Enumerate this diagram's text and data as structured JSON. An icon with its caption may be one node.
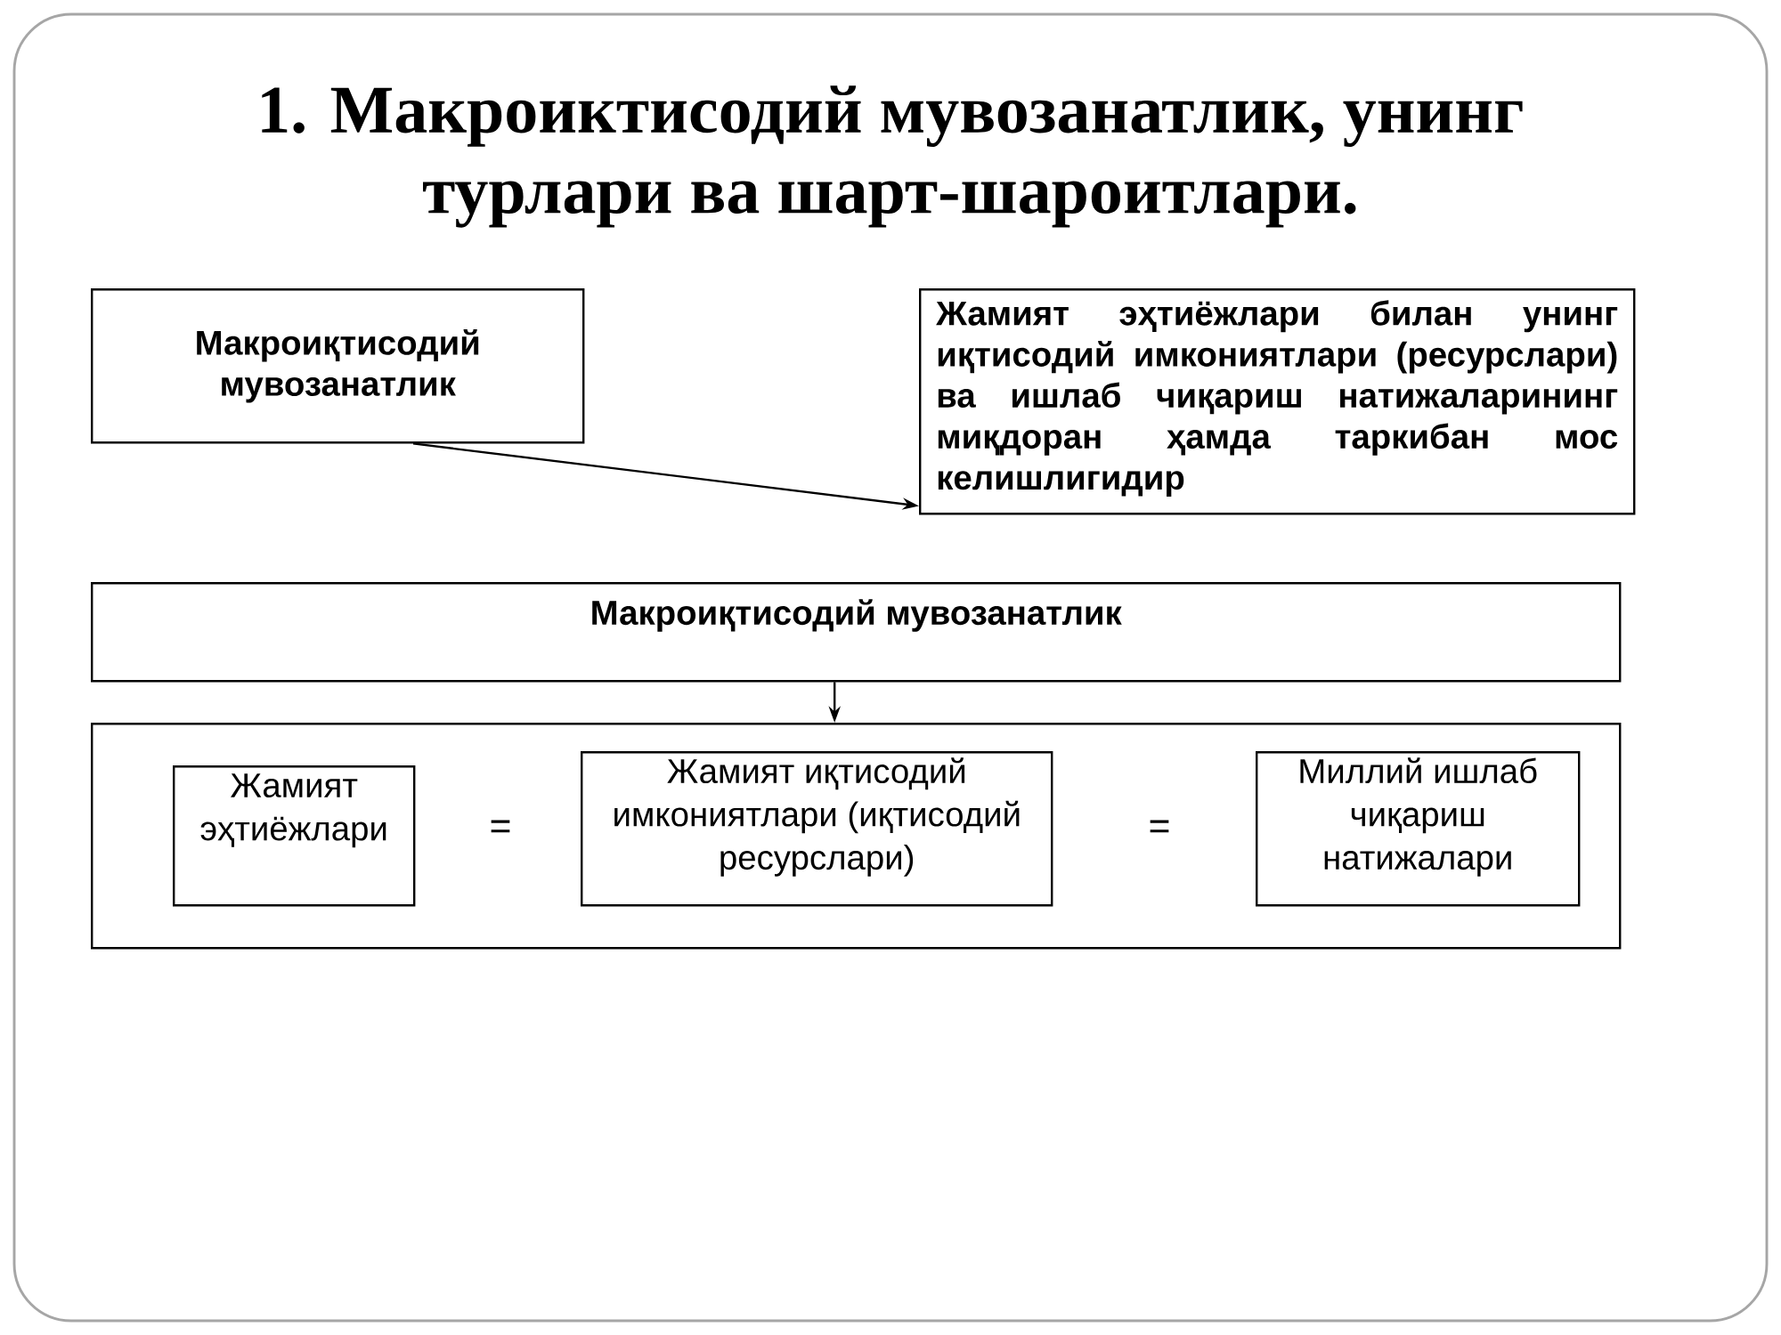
{
  "diagram": {
    "title": "1. Макроиктисодий мувозанатлик, унинг турлари ва шарт-шароитлари.",
    "nodes": [
      {
        "text": [
          "Макроиқтисодий мувозанатлик"
        ]
      },
      {
        "text": [
          "Жамият эҳтиёжлари билан унинг иқтисодий имкониятлари (ресурслари) ва ишлаб чиқариш натижаларининг миқдоран ҳамда таркибан мос келишлигидир"
        ]
      },
      {
        "text": [
          "Макроиқтисодий мувозанатлик"
        ]
      },
      {
        "text": [],
        "shape": "box"
      },
      {
        "text": [
          "Жамият эҳтиёжлари"
        ],
        "in": 3
      },
      {
        "text": [
          "Жамият иқтисодий имкониятлари (иқтисодий ресурслари)"
        ],
        "in": 3
      },
      {
        "text": [
          "Миллий ишлаб чиқариш натижалари"
        ],
        "in": 3
      }
    ],
    "edges": [
      {
        "from": 0,
        "to": 1,
        "arrow": "to"
      },
      {
        "from": 2,
        "to": 3,
        "arrow": "to"
      }
    ],
    "labels": [
      "=",
      "="
    ]
  }
}
